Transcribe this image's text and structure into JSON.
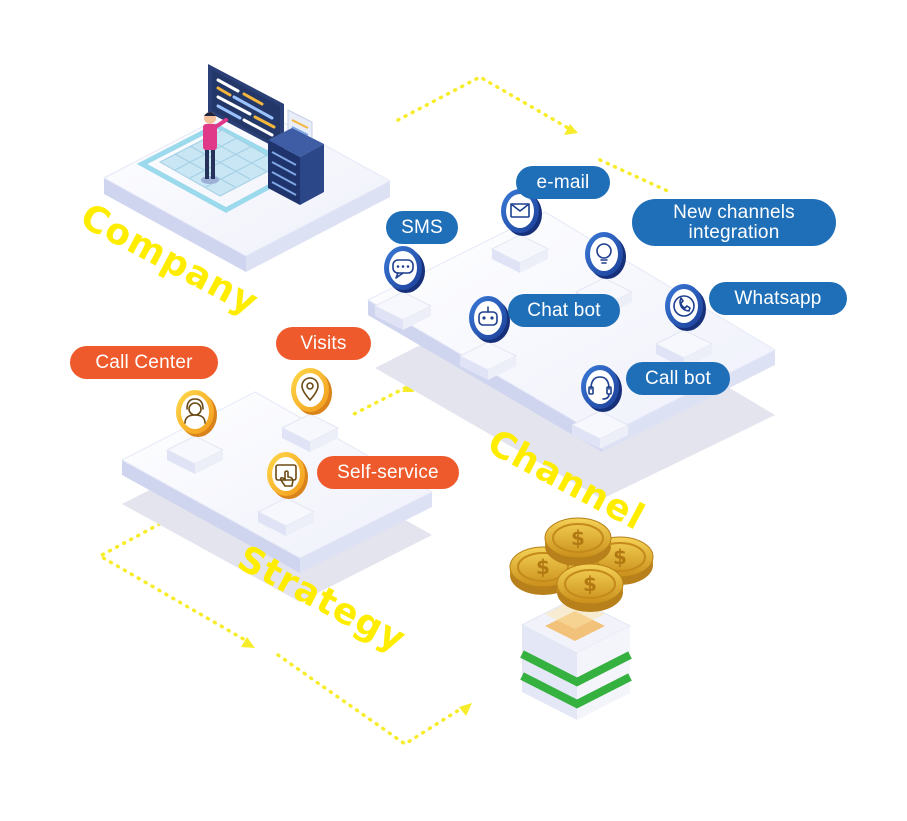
{
  "sections": {
    "company": "Company",
    "channel": "Channel",
    "strategy": "Strategy"
  },
  "channel_labels": {
    "email": "e-mail",
    "sms": "SMS",
    "new_channels": "New channels integration",
    "chatbot": "Chat bot",
    "whatsapp": "Whatsapp",
    "callbot": "Call bot"
  },
  "strategy_labels": {
    "call_center": "Call Center",
    "visits": "Visits",
    "self_service": "Self-service"
  },
  "icons": {
    "email": "envelope-icon",
    "sms": "chat-bubble-icon",
    "new_channels": "lightbulb-icon",
    "chatbot": "robot-icon",
    "whatsapp": "phone-icon",
    "callbot": "headset-icon",
    "call_center": "operator-icon",
    "visits": "map-pin-icon",
    "self_service": "touchscreen-icon",
    "coins": "dollar-coins-icon",
    "company": "workstation-icon"
  },
  "colors": {
    "blue_pill": "#1f6fb8",
    "orange_pill": "#ee5a2b",
    "label_yellow": "#ffed00",
    "gold": "#e5b62f",
    "green": "#2fb63a"
  }
}
